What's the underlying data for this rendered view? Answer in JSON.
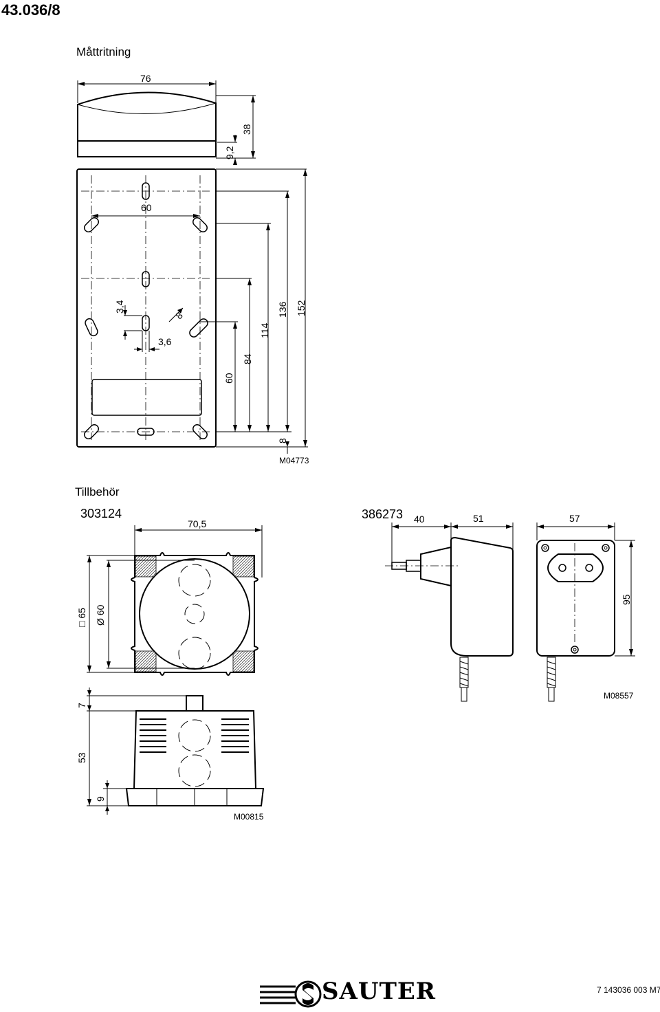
{
  "header": {
    "doc_number": "43.036/8"
  },
  "section1": {
    "title": "Måttritning",
    "figure_ref": "M04773",
    "dimensions": {
      "top_width": "76",
      "top_height": "38",
      "top_base": "9,2",
      "hole_spacing": "60",
      "slot_height": "3,4",
      "slot_width": "3,6",
      "slot_diagonal": "8",
      "h60": "60",
      "h84": "84",
      "h114": "114",
      "h136": "136",
      "h152": "152",
      "bottom_offset": "8"
    }
  },
  "section2": {
    "title": "Tillbehör",
    "box": {
      "part_number": "303124",
      "figure_ref": "M00815",
      "width": "70,5",
      "square": "□ 65",
      "diameter": "Ø 60",
      "h7": "7",
      "h53": "53",
      "h9": "9"
    },
    "adapter": {
      "part_number": "386273",
      "figure_ref": "M08557",
      "d40": "40",
      "d51": "51",
      "d57": "57",
      "d95": "95"
    }
  },
  "footer": {
    "brand": "SAUTER",
    "doc_code": "7 143036 003 M7"
  }
}
